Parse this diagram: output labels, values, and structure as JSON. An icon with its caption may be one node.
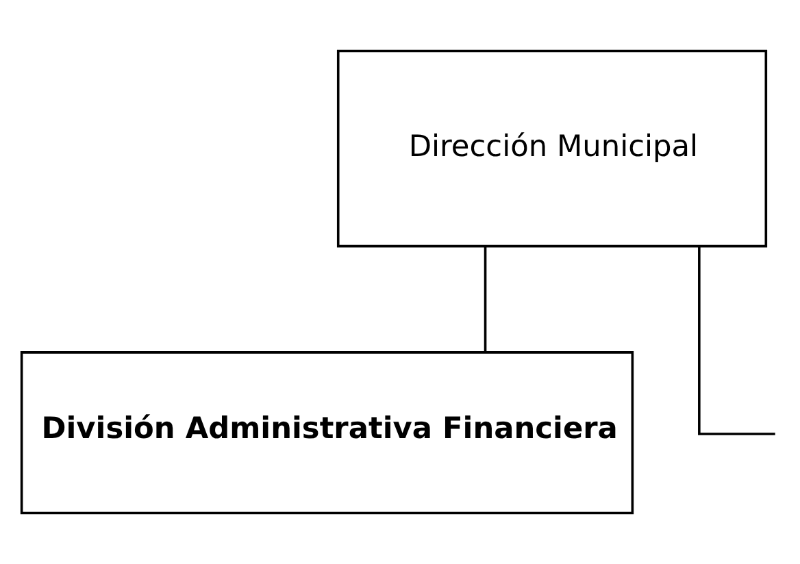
{
  "diagram": {
    "nodes": [
      {
        "text": [
          "Dirección Municipal"
        ]
      },
      {
        "text": [
          "División Administrativa Financiera"
        ]
      }
    ],
    "edges": [
      {
        "from": 0,
        "to": 1,
        "arrow": "none"
      },
      {
        "from": 0,
        "to": null,
        "arrow": "none"
      }
    ]
  }
}
